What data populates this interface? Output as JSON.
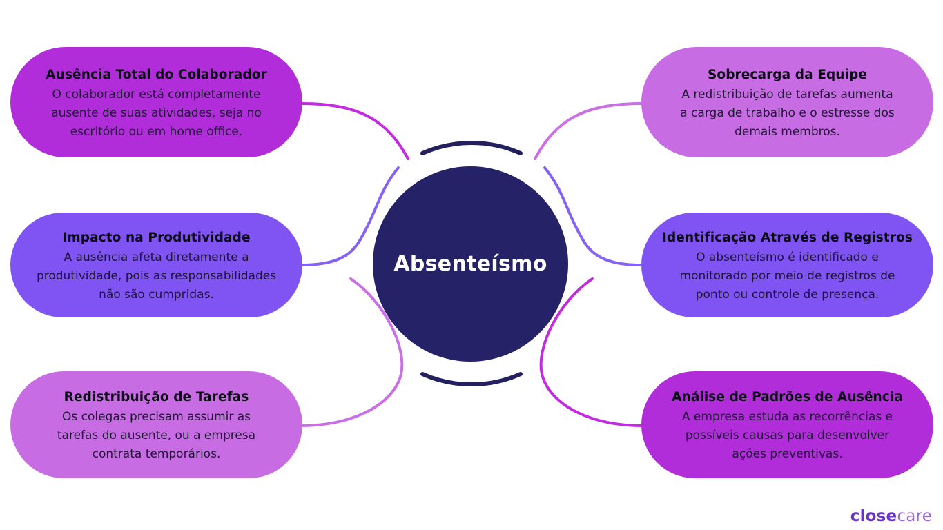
{
  "background": "#ffffff",
  "center": {
    "label": "Absenteísmo",
    "fill": "#262267",
    "text_color": "#ffffff"
  },
  "ring": {
    "color": "#242060"
  },
  "text": {
    "title_color": "#0d0a18",
    "body_color": "#1e1535"
  },
  "nodes": [
    {
      "position": "top-left",
      "title": "Ausência Total do Colaborador",
      "body": "O colaborador está completamente\nausente de suas atividades, seja no\nescritório ou em home office.",
      "fill": "#b12dd9",
      "connector_color": "#c22be0"
    },
    {
      "position": "middle-left",
      "title": "Impacto na Produtividade",
      "body": "A ausência afeta diretamente a\nprodutividade, pois as responsabilidades\nnão são cumpridas.",
      "fill": "#7f54f2",
      "connector_color": "#8561f4"
    },
    {
      "position": "bottom-left",
      "title": "Redistribuição de Tarefas",
      "body": "Os colegas precisam assumir as\ntarefas do ausente, ou a empresa\ncontrata temporários.",
      "fill": "#c76ce2",
      "connector_color": "#cb6fe6"
    },
    {
      "position": "top-right",
      "title": "Sobrecarga da Equipe",
      "body": "A redistribuição de tarefas aumenta\na carga de trabalho e o estresse dos\ndemais membros.",
      "fill": "#c76ce2",
      "connector_color": "#cb6fe6"
    },
    {
      "position": "middle-right",
      "title": "Identificação Através de Registros",
      "body": "O absenteísmo é identificado e\nmonitorado por meio de registros de\nponto ou controle de presença.",
      "fill": "#7f54f2",
      "connector_color": "#8561f4"
    },
    {
      "position": "bottom-right",
      "title": "Análise de Padrões de Ausência",
      "body": "A empresa estuda as recorrências e\npossíveis causas para desenvolver\nações preventivas.",
      "fill": "#b12dd9",
      "connector_color": "#c22be0"
    }
  ],
  "footer": {
    "brand_prefix": "close",
    "brand_suffix": "care",
    "prefix_color": "#6a35c0",
    "suffix_color": "#9c69dc"
  }
}
